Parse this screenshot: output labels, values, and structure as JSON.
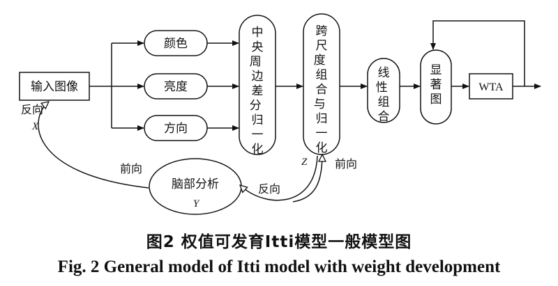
{
  "diagram": {
    "input_label": "输入图像",
    "feature_color": "颜色",
    "feature_brightness": "亮度",
    "feature_direction": "方向",
    "center_surround": "中央周边差分归一化",
    "cross_scale": "跨尺度组合与归一化",
    "linear_combination": "线性组合",
    "saliency_map": "显著图",
    "wta": "WTA",
    "brain": "脑部分析",
    "backward_x": "反向",
    "var_x": "X",
    "forward_left": "前向",
    "var_y": "Y",
    "backward_y": "反向",
    "var_z": "Z",
    "forward_z": "前向"
  },
  "caption": {
    "zh": "图2  权值可发育Itti模型一般模型图",
    "en": "Fig. 2  General model of Itti model with weight development"
  },
  "colors": {
    "stroke": "#111111",
    "background": "#ffffff"
  }
}
